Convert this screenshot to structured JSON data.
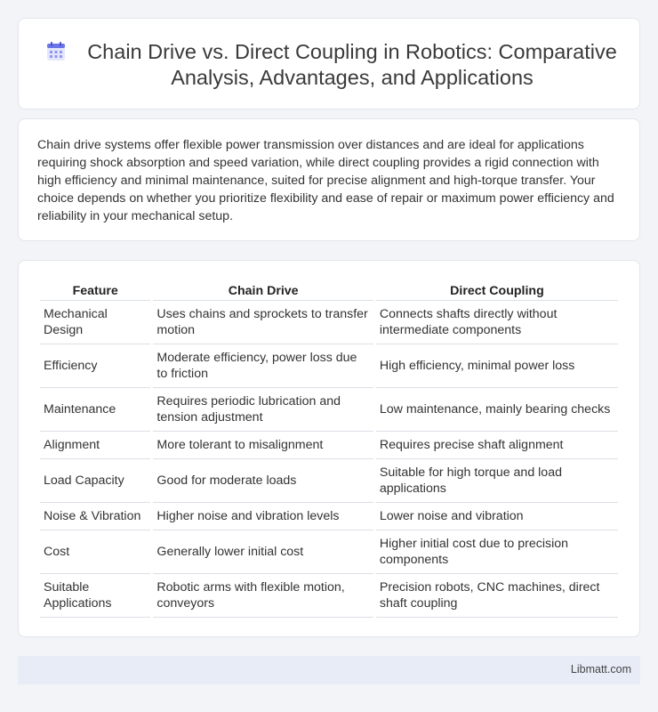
{
  "header": {
    "title": "Chain Drive vs. Direct Coupling in Robotics: Comparative Analysis, Advantages, and Applications",
    "icon": "calendar-icon"
  },
  "summary": {
    "text": "Chain drive systems offer flexible power transmission over distances and are ideal for applications requiring shock absorption and speed variation, while direct coupling provides a rigid connection with high efficiency and minimal maintenance, suited for precise alignment and high-torque transfer. Your choice depends on whether you prioritize flexibility and ease of repair or maximum power efficiency and reliability in your mechanical setup."
  },
  "table": {
    "headers": [
      "Feature",
      "Chain Drive",
      "Direct Coupling"
    ],
    "rows": [
      [
        "Mechanical Design",
        "Uses chains and sprockets to transfer motion",
        "Connects shafts directly without intermediate components"
      ],
      [
        "Efficiency",
        "Moderate efficiency, power loss due to friction",
        "High efficiency, minimal power loss"
      ],
      [
        "Maintenance",
        "Requires periodic lubrication and tension adjustment",
        "Low maintenance, mainly bearing checks"
      ],
      [
        "Alignment",
        "More tolerant to misalignment",
        "Requires precise shaft alignment"
      ],
      [
        "Load Capacity",
        "Good for moderate loads",
        "Suitable for high torque and load applications"
      ],
      [
        "Noise & Vibration",
        "Higher noise and vibration levels",
        "Lower noise and vibration"
      ],
      [
        "Cost",
        "Generally lower initial cost",
        "Higher initial cost due to precision components"
      ],
      [
        "Suitable Applications",
        "Robotic arms with flexible motion, conveyors",
        "Precision robots, CNC machines, direct shaft coupling"
      ]
    ]
  },
  "footer": {
    "text": "Libmatt.com"
  },
  "colors": {
    "background": "#f3f4f8",
    "card": "#ffffff",
    "footer": "#e8ecf7",
    "icon_accent": "#6b74e8"
  }
}
